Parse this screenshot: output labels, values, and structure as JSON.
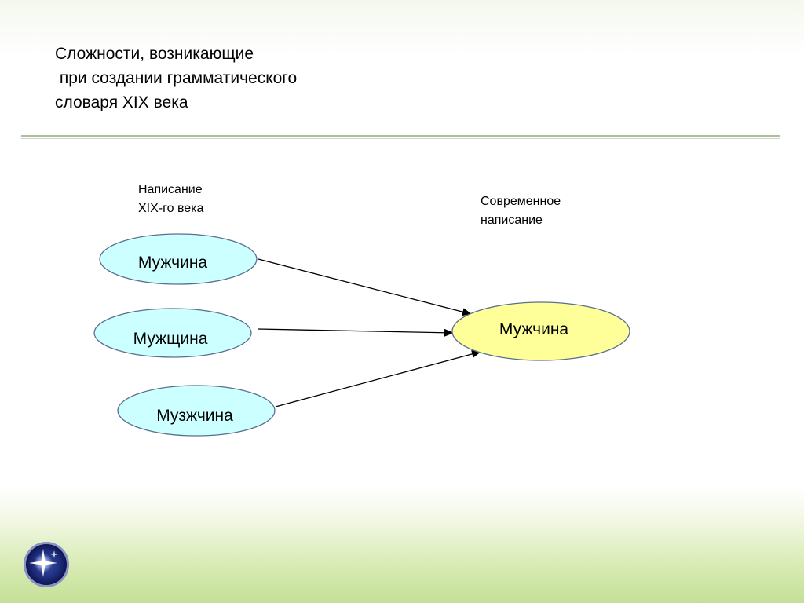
{
  "slide": {
    "title": "Сложности, возникающие\n при создании грамматического\nсловаря XIX века",
    "caption_old": "Написание\nXIX-го века",
    "caption_new": "Современное\nнаписание"
  },
  "diagram": {
    "sources": [
      {
        "label": "Мужчина"
      },
      {
        "label": "Мужщина"
      },
      {
        "label": "Музжчина"
      }
    ],
    "target": {
      "label": "Мужчина"
    }
  },
  "colors": {
    "source_fill": "#ccffff",
    "target_fill": "#ffff99",
    "node_stroke": "#5a6f8c",
    "arrow": "#000000",
    "rule": "#aebda0"
  },
  "icons": {
    "logo": "star-logo-icon"
  }
}
